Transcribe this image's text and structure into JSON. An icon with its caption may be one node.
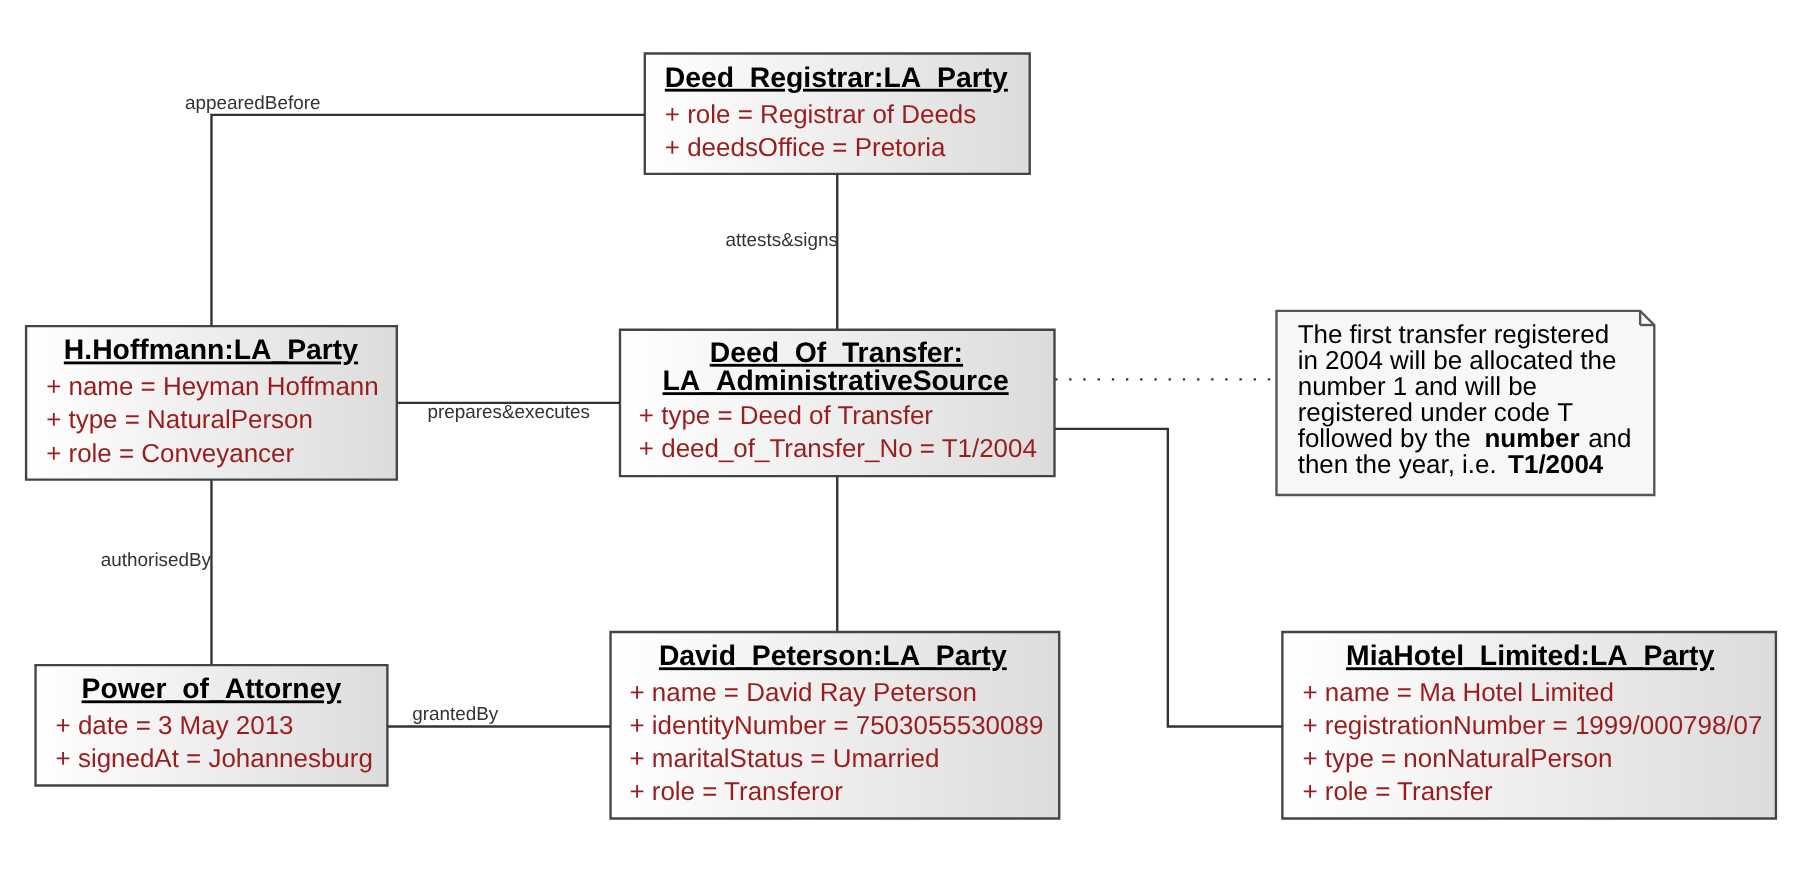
{
  "diagram": {
    "nodes": [
      {
        "text": [
          "Deed_Registrar:LA_Party",
          "+ role = Registrar of Deeds",
          "+ deedsOffice = Pretoria"
        ]
      },
      {
        "text": [
          "H.Hoffmann:LA_Party",
          "+ name = Heyman Hoffmann",
          "+ type = NaturalPerson",
          "+ role = Conveyancer"
        ]
      },
      {
        "text": [
          "Deed_Of_Transfer: LA_AdministrativeSource",
          "+ type = Deed of Transfer",
          "+ deed_of_Transfer_No = T1/2004"
        ]
      },
      {
        "text": [
          "The first transfer registered in 2004 will be allocated the number 1 and will be registered under code T followed by the **number** and then the year, i.e. **T1/2004**"
        ]
      },
      {
        "text": [
          "Power_of_Attorney",
          "+ date = 3 May 2013",
          "+ signedAt = Johannesburg"
        ]
      },
      {
        "text": [
          "David_Peterson:LA_Party",
          "+ name = David Ray Peterson",
          "+ identityNumber = 7503055530089",
          "+ maritalStatus = Umarried",
          "+ role = Transferor"
        ]
      },
      {
        "text": [
          "MiaHotel_Limited:LA_Party",
          "+ name = Ma Hotel Limited",
          "+ registrationNumber = 1999/000798/07",
          "+ type = nonNaturalPerson",
          "+ role = Transfer"
        ]
      }
    ],
    "edges": [
      {
        "from": 1,
        "to": 0,
        "arrow": "none",
        "label": "appearedBefore"
      },
      {
        "from": 0,
        "to": 2,
        "arrow": "none",
        "label": "attests&signs"
      },
      {
        "from": 1,
        "to": 2,
        "arrow": "none",
        "label": "prepares&executes"
      },
      {
        "from": 2,
        "to": 3,
        "arrow": "none",
        "style": "dashed"
      },
      {
        "from": 1,
        "to": 4,
        "arrow": "none",
        "label": "authorisedBy"
      },
      {
        "from": 4,
        "to": 5,
        "arrow": "none",
        "label": "grantedBy"
      },
      {
        "from": 2,
        "to": 5,
        "arrow": "none"
      },
      {
        "from": 2,
        "to": 6,
        "arrow": "none"
      }
    ]
  }
}
